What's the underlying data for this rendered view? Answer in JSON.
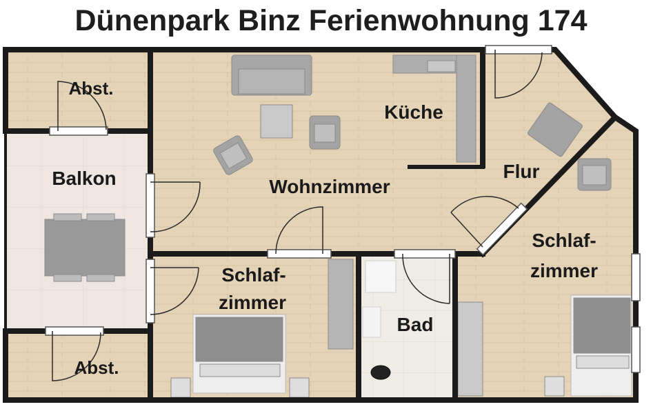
{
  "title": "Dünenpark Binz Ferienwohnung 174",
  "rooms": {
    "storage_top": "Abst.",
    "balcony": "Balkon",
    "storage_bottom": "Abst.",
    "living": "Wohnzimmer",
    "kitchen": "Küche",
    "hallway": "Flur",
    "bedroom_left_line1": "Schlaf-",
    "bedroom_left_line2": "zimmer",
    "bathroom": "Bad",
    "bedroom_right_line1": "Schlaf-",
    "bedroom_right_line2": "zimmer"
  },
  "colors": {
    "wall": "#1a1a1a",
    "wood_floor": "#e3d2b6",
    "tile_floor": "#efe6e2",
    "bath_floor": "#eeeae4",
    "furniture": "#9e9e9e"
  }
}
